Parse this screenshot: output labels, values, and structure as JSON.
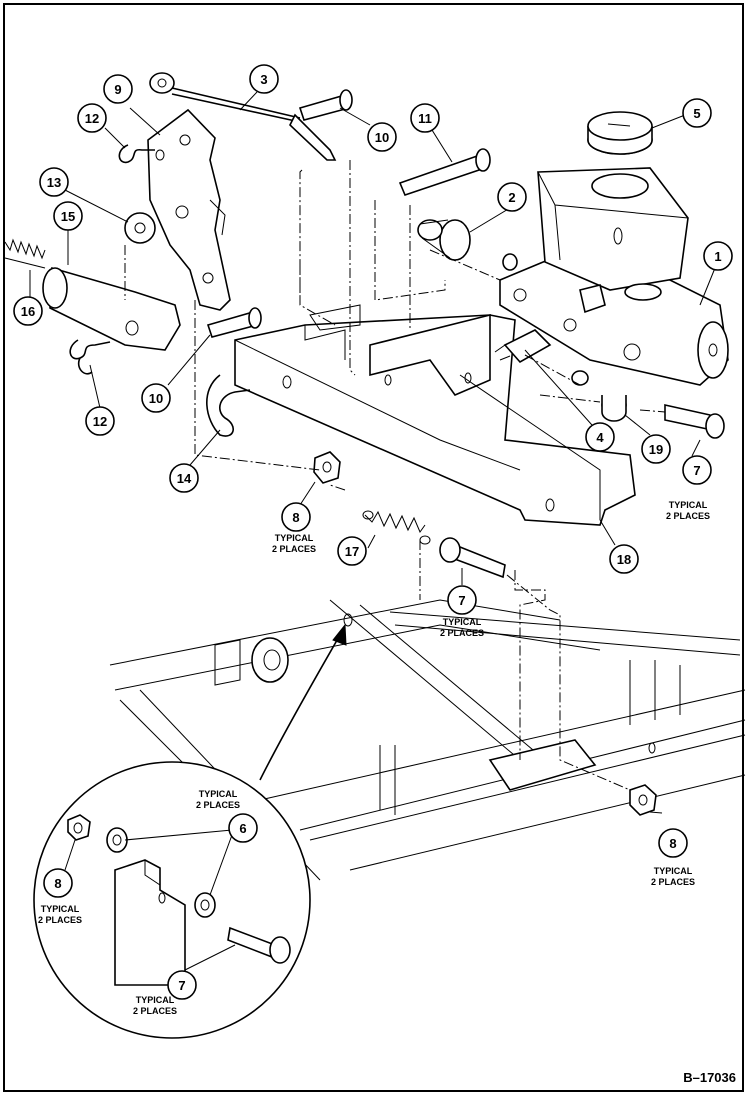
{
  "figure_ref": "B–17036",
  "note_text_line1": "TYPICAL",
  "note_text_line2": "2 PLACES",
  "callouts": [
    {
      "id": "c1",
      "label": "1"
    },
    {
      "id": "c2",
      "label": "2"
    },
    {
      "id": "c3",
      "label": "3"
    },
    {
      "id": "c4",
      "label": "4"
    },
    {
      "id": "c5",
      "label": "5"
    },
    {
      "id": "c6",
      "label": "6"
    },
    {
      "id": "c7a",
      "label": "7"
    },
    {
      "id": "c7b",
      "label": "7"
    },
    {
      "id": "c7c",
      "label": "7"
    },
    {
      "id": "c8a",
      "label": "8"
    },
    {
      "id": "c8b",
      "label": "8"
    },
    {
      "id": "c8c",
      "label": "8"
    },
    {
      "id": "c9",
      "label": "9"
    },
    {
      "id": "c10a",
      "label": "10"
    },
    {
      "id": "c10b",
      "label": "10"
    },
    {
      "id": "c11",
      "label": "11"
    },
    {
      "id": "c12a",
      "label": "12"
    },
    {
      "id": "c12b",
      "label": "12"
    },
    {
      "id": "c13",
      "label": "13"
    },
    {
      "id": "c14",
      "label": "14"
    },
    {
      "id": "c15",
      "label": "15"
    },
    {
      "id": "c16",
      "label": "16"
    },
    {
      "id": "c17",
      "label": "17"
    },
    {
      "id": "c18",
      "label": "18"
    },
    {
      "id": "c19",
      "label": "19"
    }
  ]
}
